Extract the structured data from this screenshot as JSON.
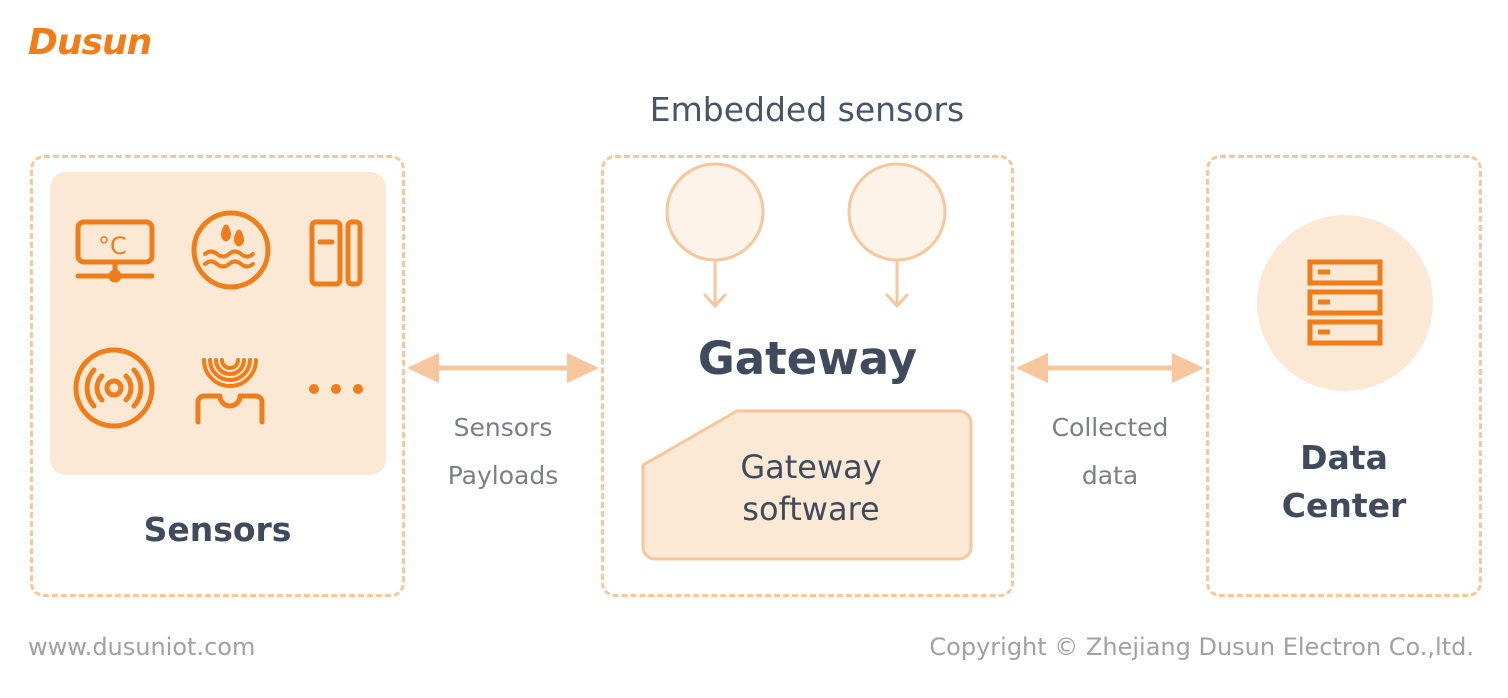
{
  "brand": {
    "logo_text": "Dusun"
  },
  "diagram": {
    "title": "Embedded sensors",
    "sensors": {
      "label": "Sensors"
    },
    "gateway": {
      "label": "Gateway",
      "software_line1": "Gateway",
      "software_line2": "software"
    },
    "data_center": {
      "label_line1": "Data",
      "label_line2": "Center"
    },
    "link_left": {
      "line1": "Sensors",
      "line2": "Payloads"
    },
    "link_right": {
      "line1": "Collected",
      "line2": "data"
    }
  },
  "footer": {
    "website": "www.dusuniot.com",
    "copyright": "Copyright © Zhejiang Dusun Electron Co.,ltd."
  },
  "colors": {
    "accent": "#ef7d1a",
    "soft": "#fbe8d5",
    "dash": "#f6c69c",
    "text": "#3f4b5d"
  }
}
